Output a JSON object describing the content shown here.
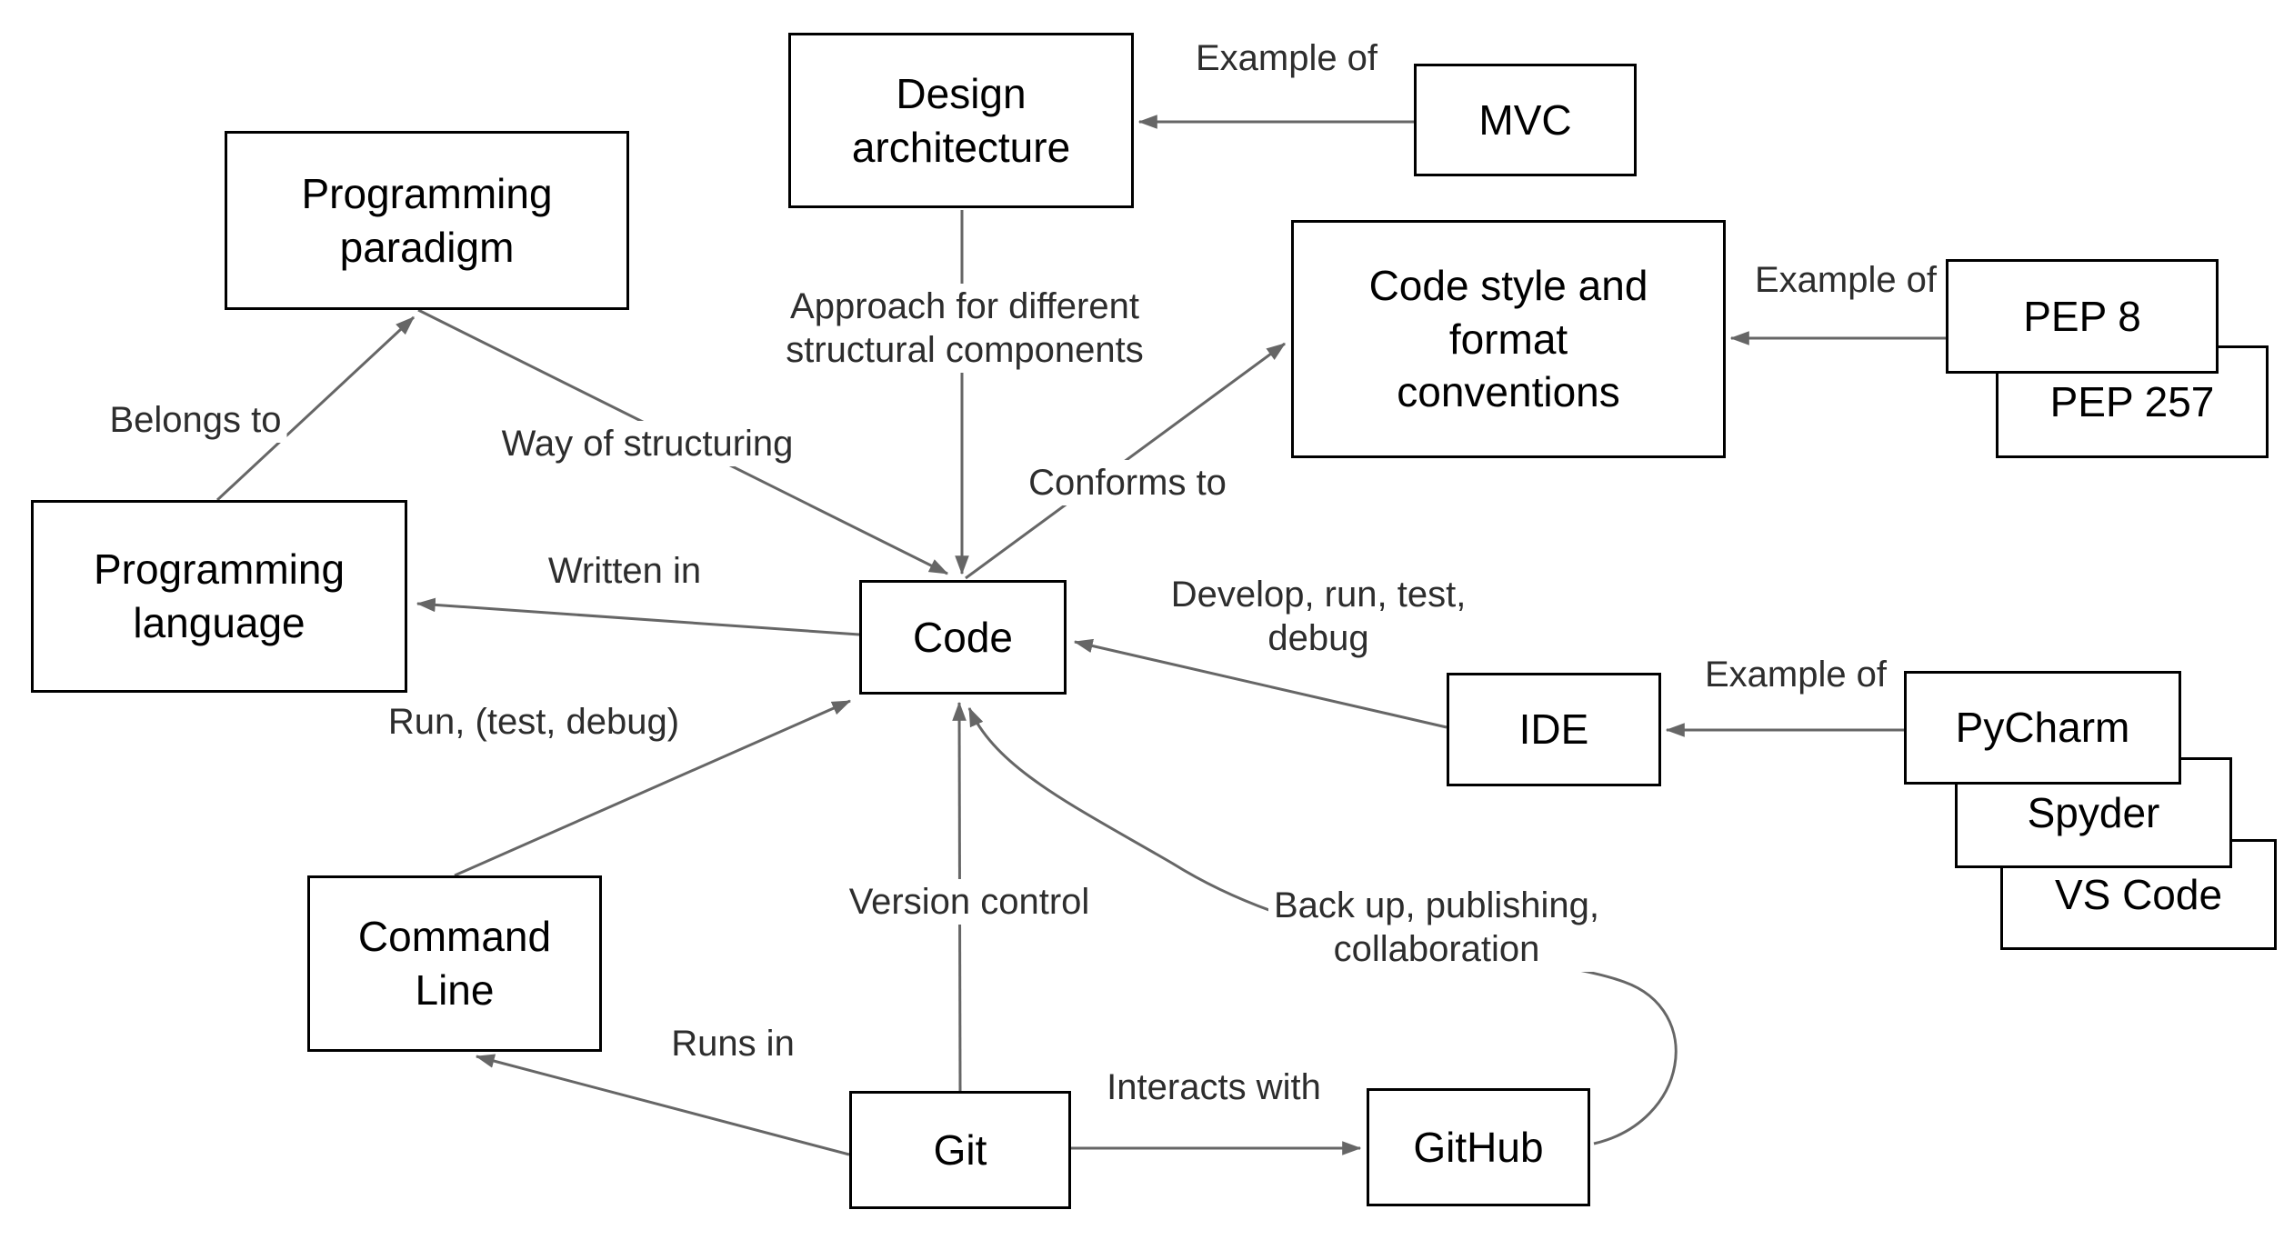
{
  "diagram": {
    "nodes": {
      "programming_paradigm": {
        "label": "Programming\nparadigm"
      },
      "design_architecture": {
        "label": "Design\narchitecture"
      },
      "mvc": {
        "label": "MVC"
      },
      "code_style": {
        "label": "Code style and\nformat\nconventions"
      },
      "pep8": {
        "label": "PEP 8"
      },
      "pep257": {
        "label": "PEP 257"
      },
      "programming_language": {
        "label": "Programming\nlanguage"
      },
      "code": {
        "label": "Code"
      },
      "ide": {
        "label": "IDE"
      },
      "pycharm": {
        "label": "PyCharm"
      },
      "spyder": {
        "label": "Spyder"
      },
      "vscode": {
        "label": "VS Code"
      },
      "command_line": {
        "label": "Command\nLine"
      },
      "git": {
        "label": "Git"
      },
      "github": {
        "label": "GitHub"
      }
    },
    "edge_labels": {
      "example_of_mvc": "Example of",
      "example_of_pep": "Example of",
      "example_of_ide": "Example of",
      "belongs_to": "Belongs to",
      "way_of_structuring": "Way of structuring",
      "approach": "Approach for different\nstructural components",
      "conforms_to": "Conforms to",
      "written_in": "Written in",
      "develop_run_test_debug": "Develop, run, test,\ndebug",
      "run_test_debug": "Run, (test, debug)",
      "version_control": "Version control",
      "back_up": "Back up, publishing,\ncollaboration",
      "runs_in": "Runs in",
      "interacts_with": "Interacts with"
    },
    "colors": {
      "background": "#ffffff",
      "node_fill": "#ffffff",
      "node_border": "#000000",
      "node_text": "#000000",
      "edge": "#666666",
      "edge_label_text": "#2d2d2d"
    }
  }
}
